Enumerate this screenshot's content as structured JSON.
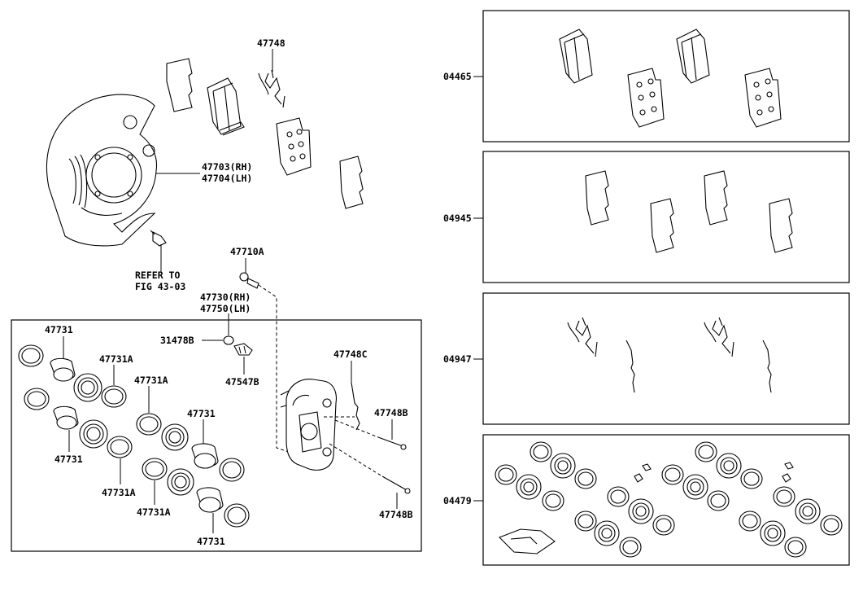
{
  "labels": {
    "p47748": "47748",
    "p47703": "47703(RH)",
    "p47704": "47704(LH)",
    "refer1": "REFER TO",
    "refer2": "FIG 43-03",
    "p47710A": "47710A",
    "p47730": "47730(RH)",
    "p47750": "47750(LH)",
    "k47731a": "47731",
    "k47731A_a": "47731A",
    "k47731A_b": "47731A",
    "k31478B": "31478B",
    "k47547B": "47547B",
    "k47731b": "47731",
    "k47731c": "47731",
    "k47731A_c": "47731A",
    "k47731A_d": "47731A",
    "k47731d": "47731",
    "k47748C": "47748C",
    "k47748B_a": "47748B",
    "k47748B_b": "47748B",
    "kit04465": "04465",
    "kit04945": "04945",
    "kit04947": "04947",
    "kit04479": "04479"
  }
}
